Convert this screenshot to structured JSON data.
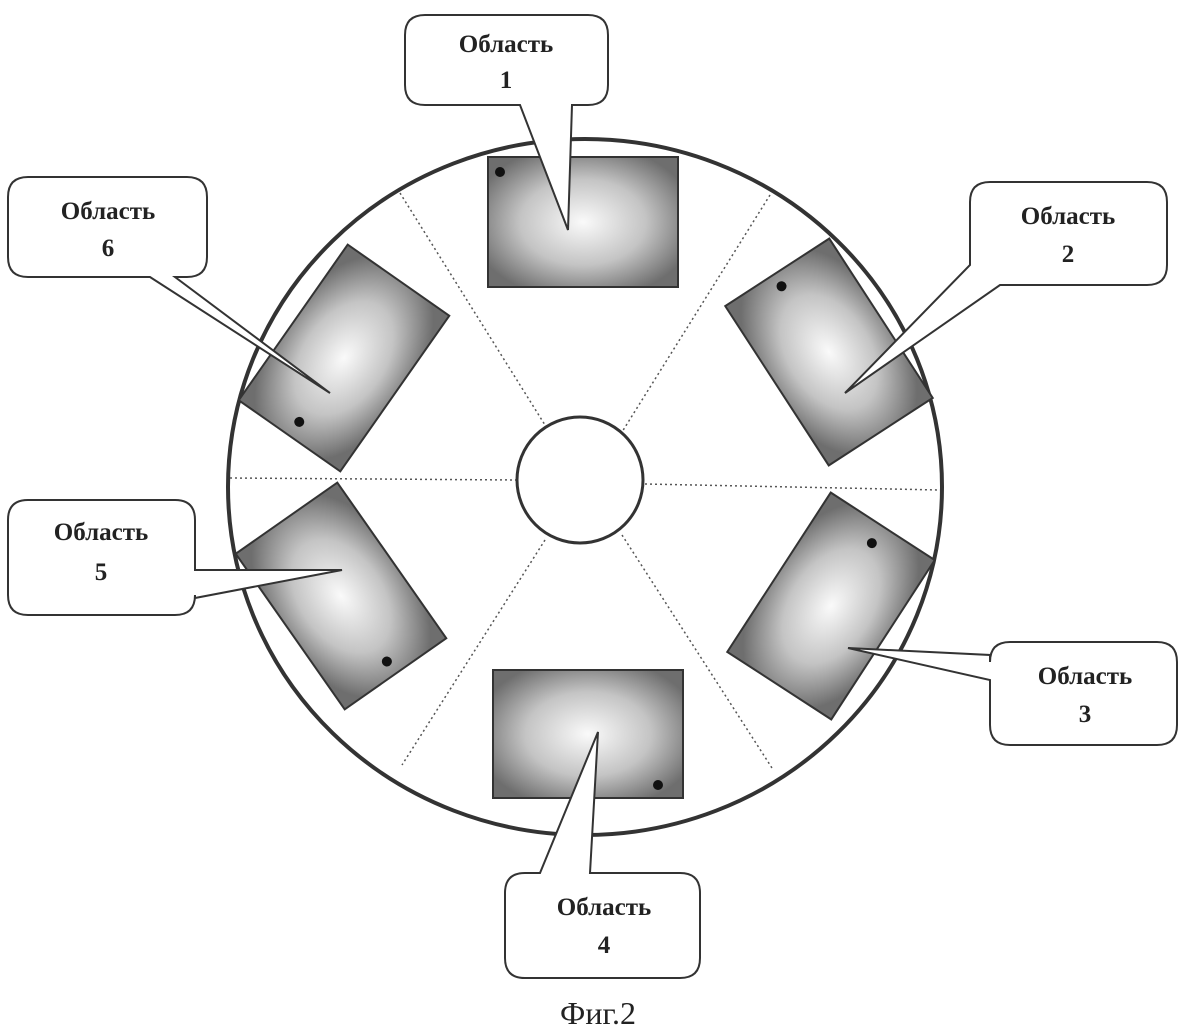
{
  "figure": {
    "caption": "Фиг.2",
    "regions": [
      {
        "word": "Область",
        "number": "1"
      },
      {
        "word": "Область",
        "number": "2"
      },
      {
        "word": "Область",
        "number": "3"
      },
      {
        "word": "Область",
        "number": "4"
      },
      {
        "word": "Область",
        "number": "5"
      },
      {
        "word": "Область",
        "number": "6"
      }
    ]
  }
}
